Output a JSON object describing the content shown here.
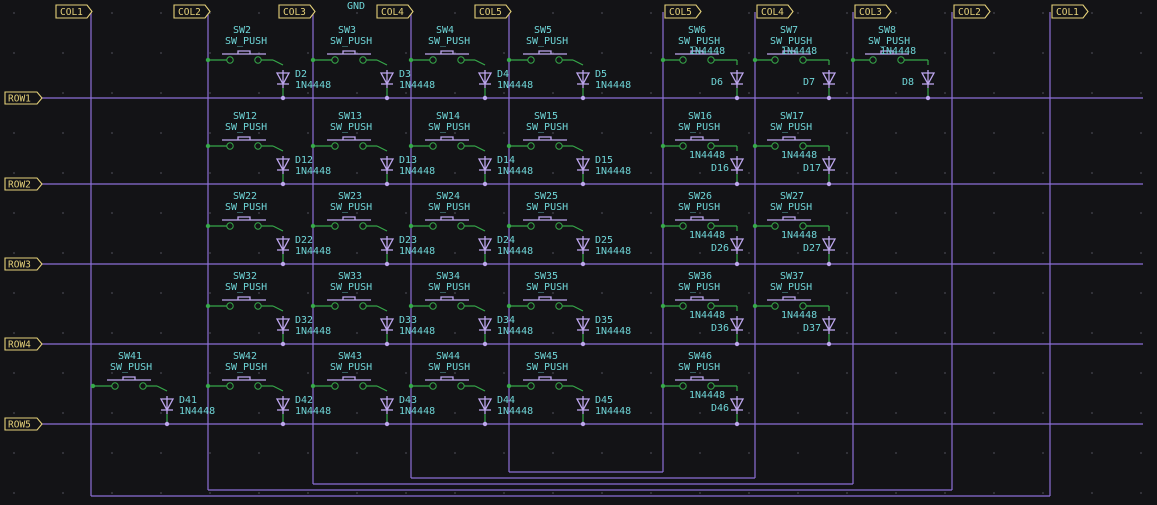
{
  "gnd_label": "GND",
  "top_labels": [
    "COL1",
    "COL2",
    "COL3",
    "COL4",
    "COL5",
    "COL5",
    "COL4",
    "COL3",
    "COL2",
    "COL1"
  ],
  "row_labels": [
    "ROW1",
    "ROW2",
    "ROW3",
    "ROW4",
    "ROW5"
  ],
  "switch_type": "SW_PUSH",
  "diode_type": "1N4448",
  "left_switches": [
    {
      "sw": "SW2",
      "d": "D2",
      "col": "COL2",
      "row": 1
    },
    {
      "sw": "SW3",
      "d": "D3",
      "col": "COL3",
      "row": 1
    },
    {
      "sw": "SW4",
      "d": "D4",
      "col": "COL4",
      "row": 1
    },
    {
      "sw": "SW5",
      "d": "D5",
      "col": "COL5",
      "row": 1
    },
    {
      "sw": "SW12",
      "d": "D12",
      "col": "COL2",
      "row": 2
    },
    {
      "sw": "SW13",
      "d": "D13",
      "col": "COL3",
      "row": 2
    },
    {
      "sw": "SW14",
      "d": "D14",
      "col": "COL4",
      "row": 2
    },
    {
      "sw": "SW15",
      "d": "D15",
      "col": "COL5",
      "row": 2
    },
    {
      "sw": "SW22",
      "d": "D22",
      "col": "COL2",
      "row": 3
    },
    {
      "sw": "SW23",
      "d": "D23",
      "col": "COL3",
      "row": 3
    },
    {
      "sw": "SW24",
      "d": "D24",
      "col": "COL4",
      "row": 3
    },
    {
      "sw": "SW25",
      "d": "D25",
      "col": "COL5",
      "row": 3
    },
    {
      "sw": "SW32",
      "d": "D32",
      "col": "COL2",
      "row": 4
    },
    {
      "sw": "SW33",
      "d": "D33",
      "col": "COL3",
      "row": 4
    },
    {
      "sw": "SW34",
      "d": "D34",
      "col": "COL4",
      "row": 4
    },
    {
      "sw": "SW35",
      "d": "D35",
      "col": "COL5",
      "row": 4
    },
    {
      "sw": "SW41",
      "d": "D41",
      "col": "COL1",
      "row": 5
    },
    {
      "sw": "SW42",
      "d": "D42",
      "col": "COL2",
      "row": 5
    },
    {
      "sw": "SW43",
      "d": "D43",
      "col": "COL3",
      "row": 5
    },
    {
      "sw": "SW44",
      "d": "D44",
      "col": "COL4",
      "row": 5
    },
    {
      "sw": "SW45",
      "d": "D45",
      "col": "COL5",
      "row": 5
    }
  ],
  "right_switches": [
    {
      "sw": "SW6",
      "d": "D6",
      "col": "COL5",
      "row": 1
    },
    {
      "sw": "SW7",
      "d": "D7",
      "col": "COL4",
      "row": 1
    },
    {
      "sw": "SW8",
      "d": "D8",
      "col": "COL3",
      "row": 1
    },
    {
      "sw": "SW16",
      "d": "D16",
      "col": "COL5",
      "row": 2
    },
    {
      "sw": "SW17",
      "d": "D17",
      "col": "COL4",
      "row": 2
    },
    {
      "sw": "SW26",
      "d": "D26",
      "col": "COL5",
      "row": 3
    },
    {
      "sw": "SW27",
      "d": "D27",
      "col": "COL4",
      "row": 3
    },
    {
      "sw": "SW36",
      "d": "D36",
      "col": "COL5",
      "row": 4
    },
    {
      "sw": "SW37",
      "d": "D37",
      "col": "COL4",
      "row": 4
    },
    {
      "sw": "SW46",
      "d": "D46",
      "col": "COL5",
      "row": 5
    }
  ]
}
